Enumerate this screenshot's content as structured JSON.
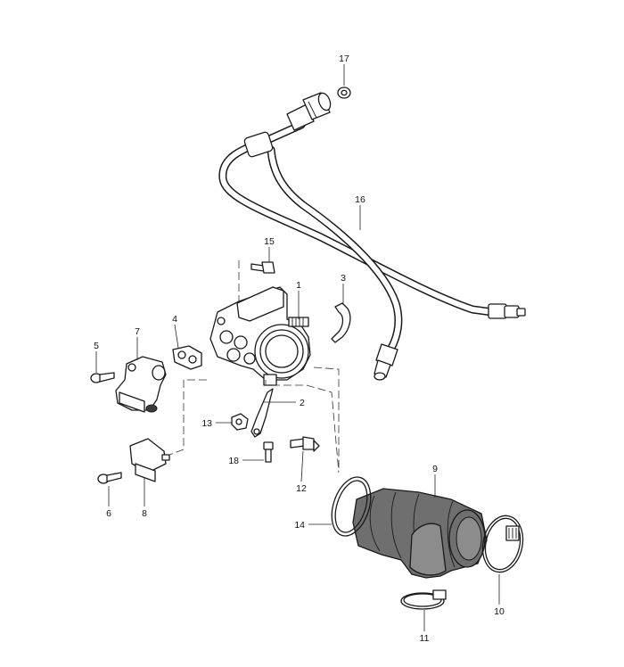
{
  "callouts": {
    "c1": "1",
    "c2": "2",
    "c3": "3",
    "c4": "4",
    "c5": "5",
    "c6": "6",
    "c7": "7",
    "c8": "8",
    "c9": "9",
    "c10": "10",
    "c11": "11",
    "c12": "12",
    "c13": "13",
    "c14": "14",
    "c15": "15",
    "c16": "16",
    "c17": "17",
    "c18": "18"
  },
  "colors": {
    "line": "#1a1a1a",
    "shade": "#6f6f6f",
    "dark": "#3a3a3a",
    "background": "#ffffff"
  }
}
